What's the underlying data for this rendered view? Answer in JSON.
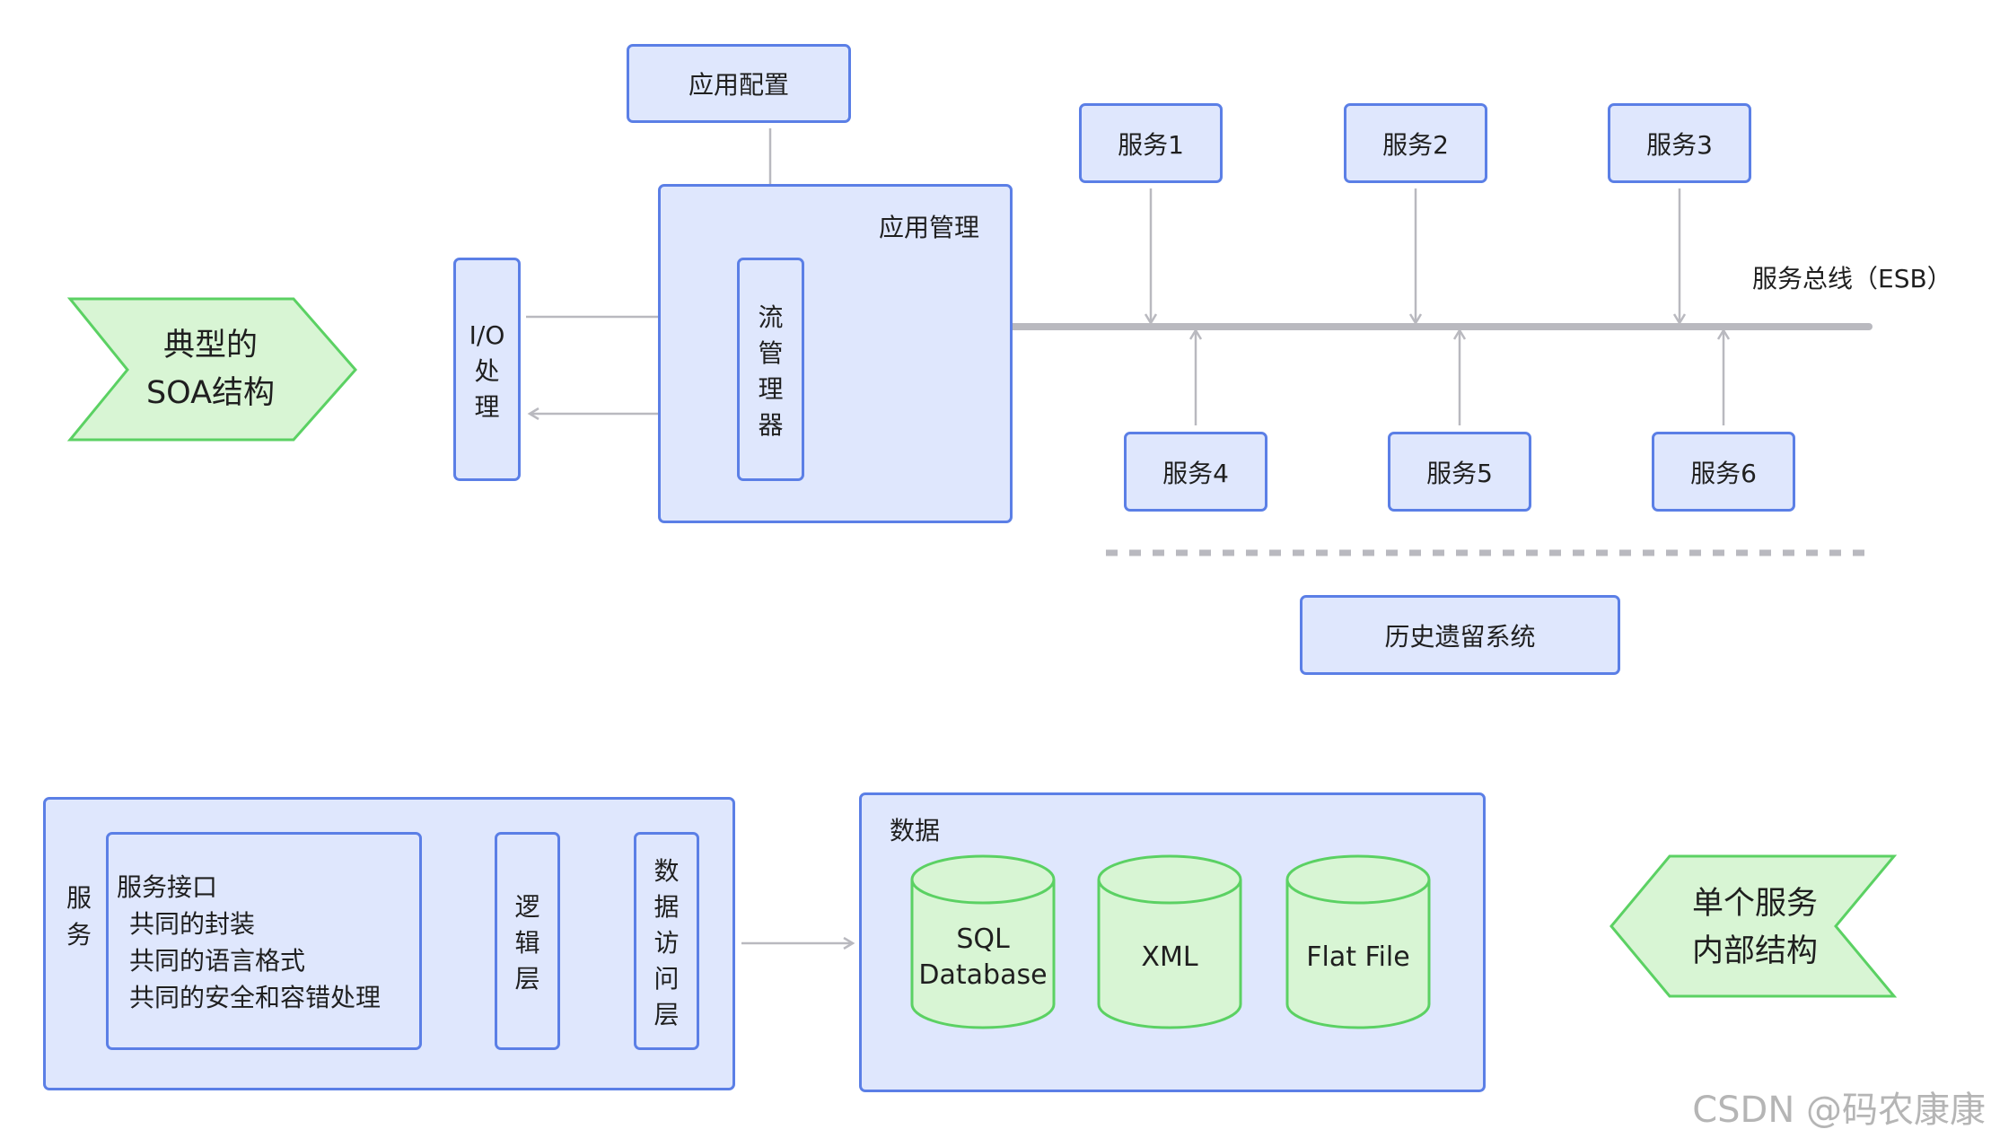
{
  "diagram": {
    "badges": {
      "soa": {
        "lines": [
          "典型的",
          "SOA结构"
        ]
      },
      "single_service": {
        "lines": [
          "单个服务",
          "内部结构"
        ]
      }
    },
    "app_config": "应用配置",
    "app_management": "应用管理",
    "io_processing": [
      "I/O",
      "处",
      "理"
    ],
    "flow_manager": [
      "流",
      "管",
      "理",
      "器"
    ],
    "bus_label": "服务总线（ESB）",
    "services_top": [
      "服务1",
      "服务2",
      "服务3"
    ],
    "services_bottom": [
      "服务4",
      "服务5",
      "服务6"
    ],
    "legacy": "历史遗留系统",
    "service_internals": {
      "service_title": [
        "服",
        "务"
      ],
      "interface_title": "服务接口",
      "interface_items": [
        "共同的封装",
        "共同的语言格式",
        "共同的安全和容错处理"
      ],
      "logic_layer": [
        "逻",
        "辑",
        "层"
      ],
      "data_access_layer": [
        "数",
        "据",
        "访",
        "问",
        "层"
      ]
    },
    "data": {
      "title": "数据",
      "stores": [
        {
          "lines": [
            "SQL",
            "Database"
          ]
        },
        {
          "lines": [
            "XML"
          ]
        },
        {
          "lines": [
            "Flat File"
          ]
        }
      ]
    },
    "watermark": "CSDN @码农康康",
    "colors": {
      "box_fill": "#dfe7fd",
      "box_border": "#5b7fe6",
      "green_fill": "#d8f5d4",
      "green_border": "#5bd163",
      "line": "#b9b9bf"
    }
  }
}
